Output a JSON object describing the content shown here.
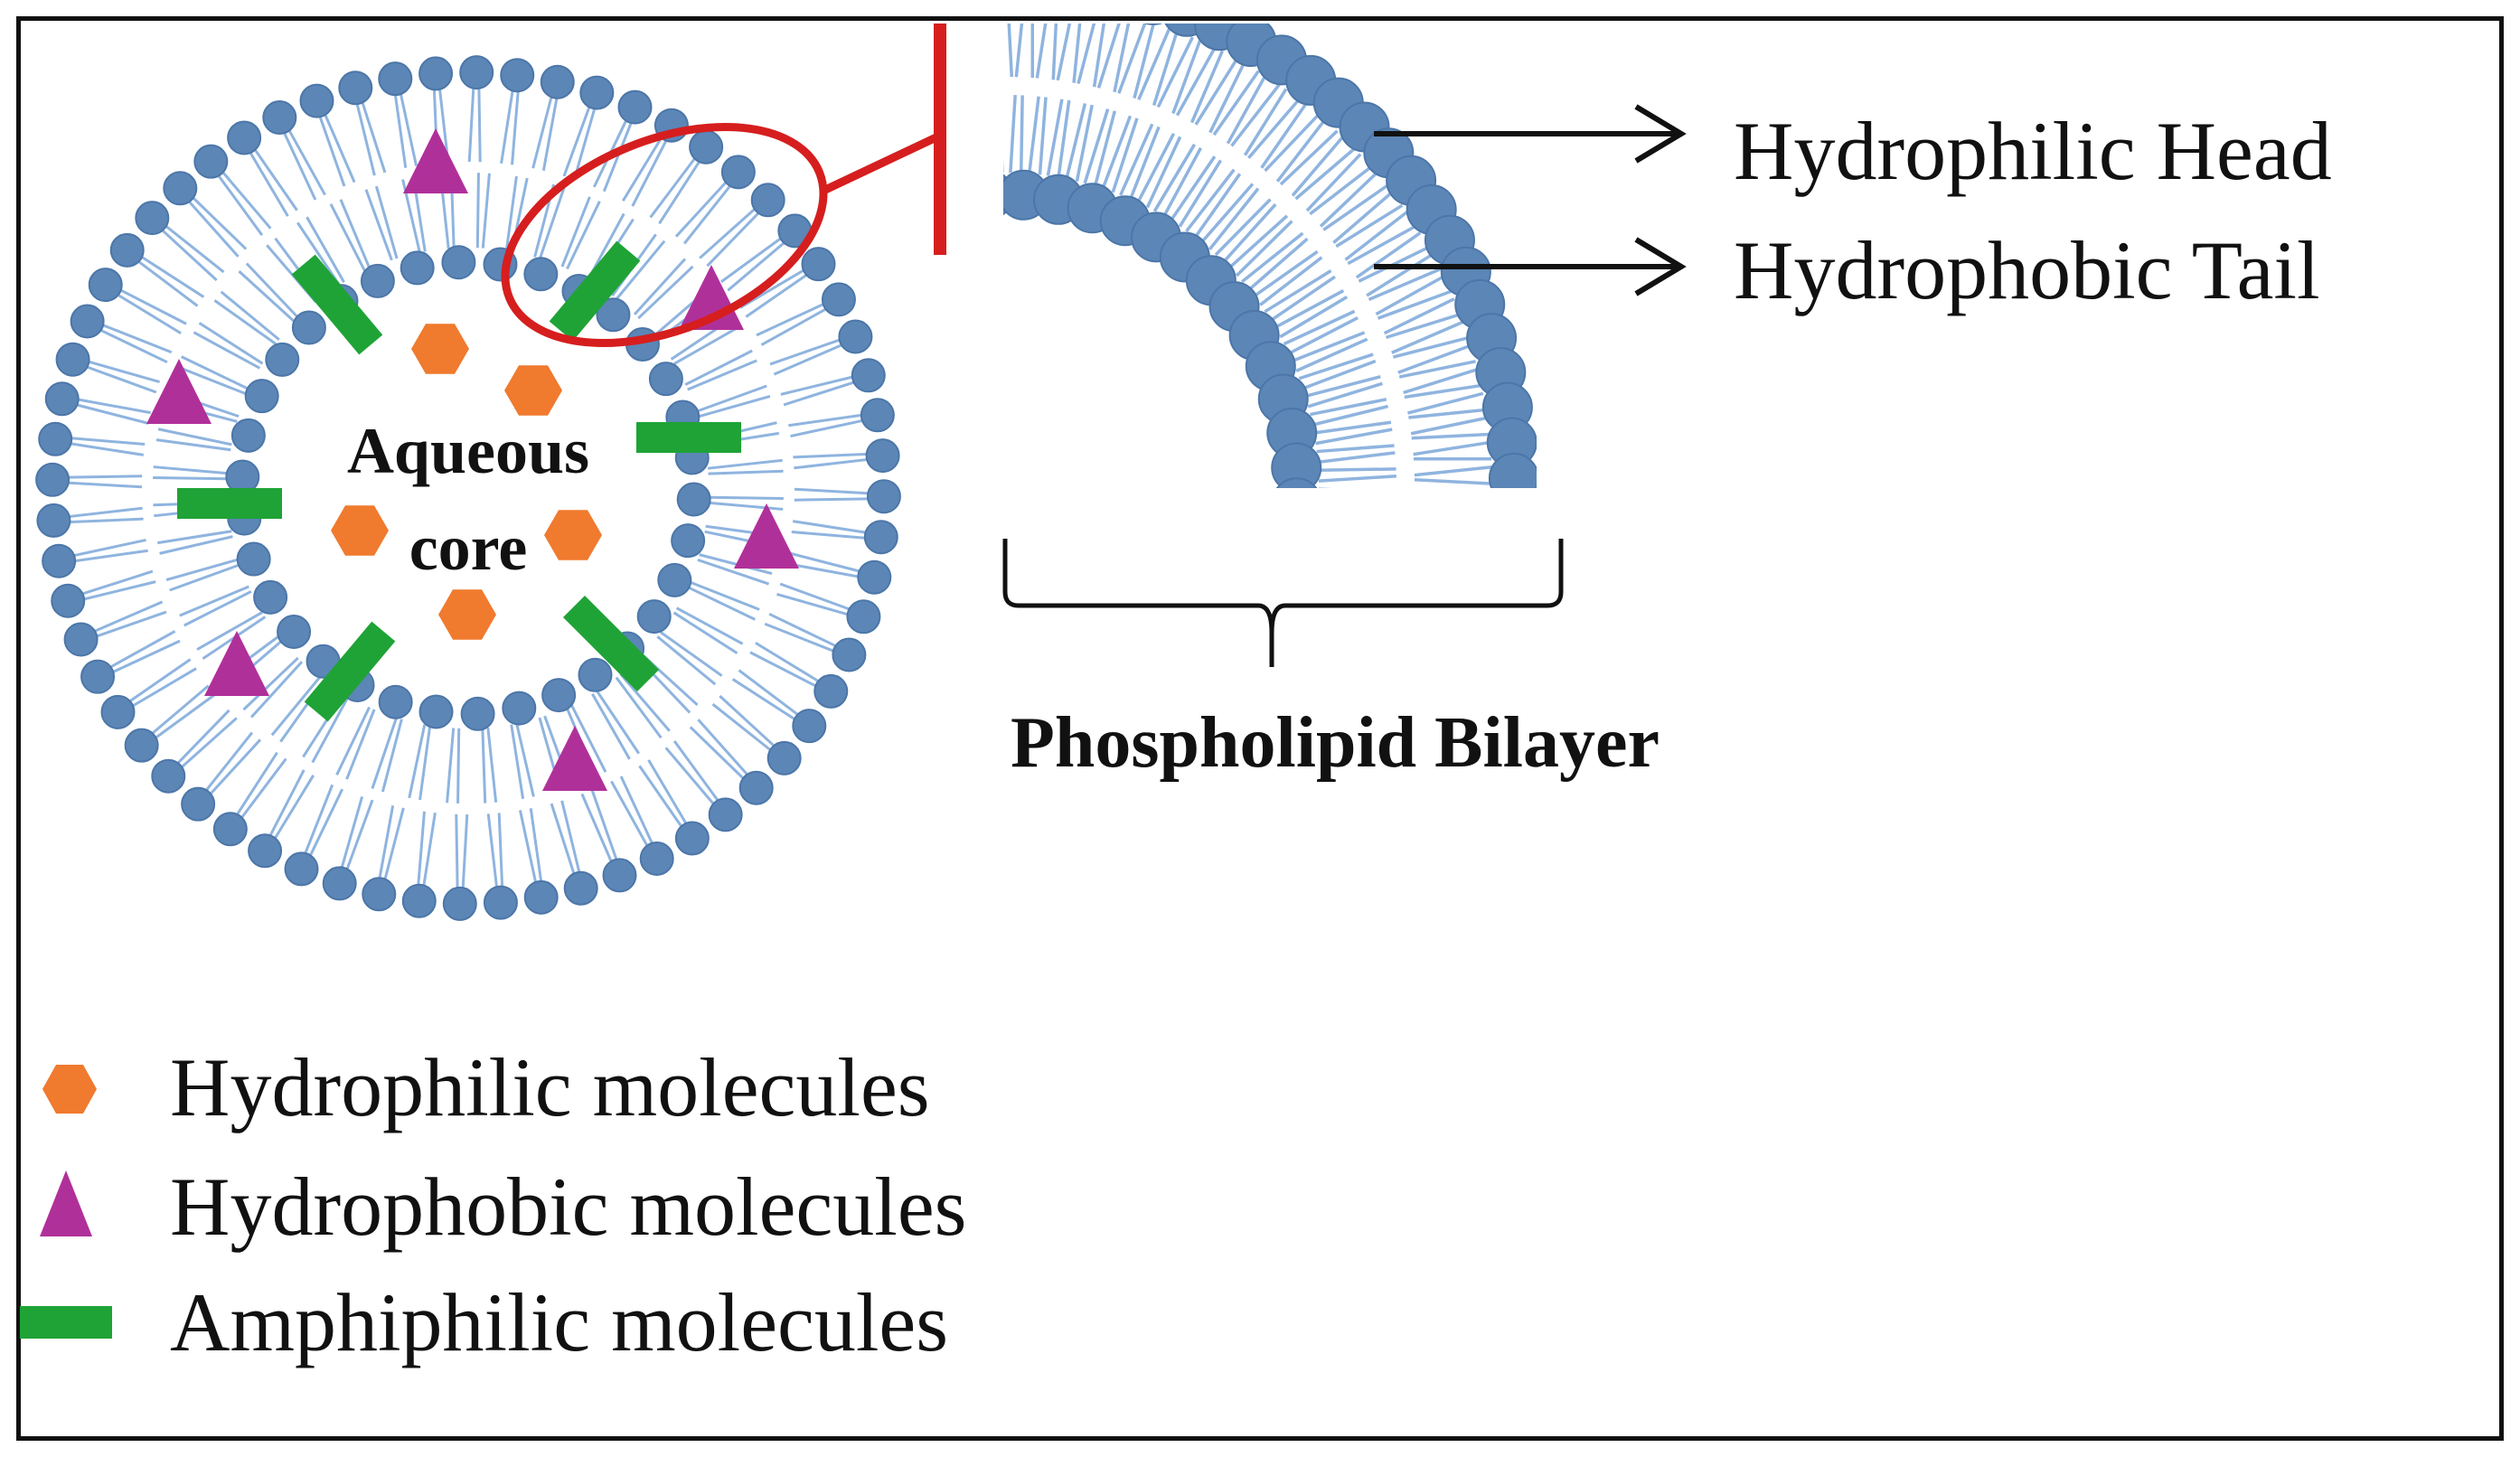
{
  "labels": {
    "core_line1": "Aqueous",
    "core_line2": "core",
    "head": "Hydrophilic  Head",
    "tail": "Hydrophobic  Tail",
    "bilayer": "Phospholipid Bilayer"
  },
  "legend": {
    "items": [
      {
        "shape": "hexagon",
        "label": "Hydrophilic  molecules",
        "color": "#F07A2E"
      },
      {
        "shape": "triangle",
        "label": "Hydrophobic  molecules",
        "color": "#B0309A"
      },
      {
        "shape": "bar",
        "label": "Amphiphilic  molecules",
        "color": "#1FA336"
      }
    ]
  },
  "colors": {
    "head": "#5B86B6",
    "head_stroke": "#4C76A8",
    "tail": "#8FB4DF",
    "highlight": "#D61E1E",
    "text": "#111111",
    "border": "#111111"
  },
  "icons": {
    "hydrophilic": "orange-hexagon-icon",
    "hydrophobic": "purple-triangle-icon",
    "amphiphilic": "green-bar-icon"
  }
}
